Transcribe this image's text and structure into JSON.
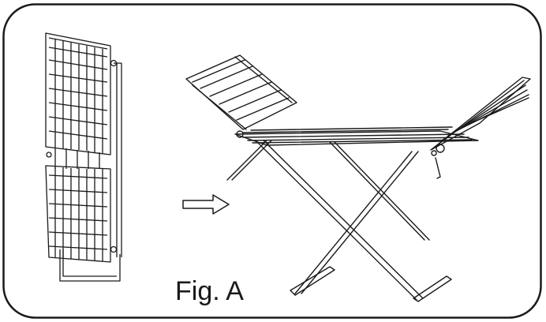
{
  "figure": {
    "label": "Fig. A"
  },
  "icons": {
    "arrow": "arrow-right-outline-icon",
    "folded": "folded-drying-rack",
    "unfolded": "unfolded-drying-rack"
  },
  "colors": {
    "stroke": "#1a1a1a",
    "background": "#ffffff"
  }
}
